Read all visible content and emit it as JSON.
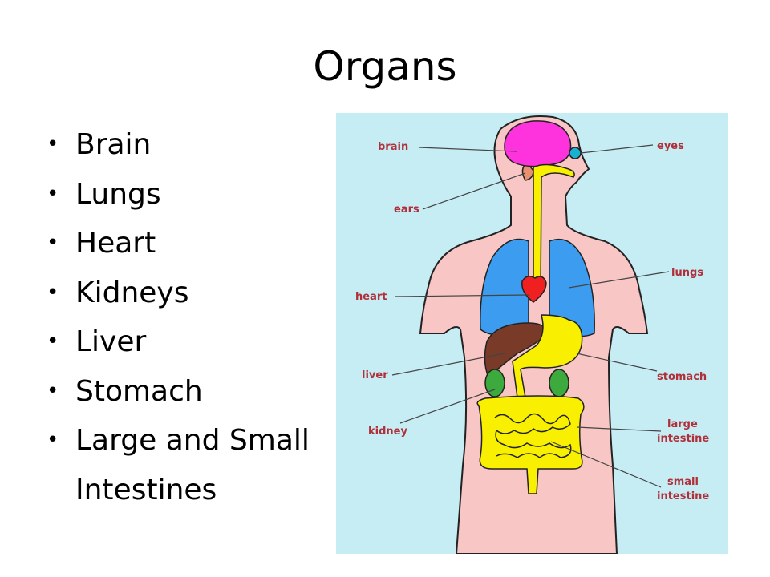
{
  "slide": {
    "title": "Organs",
    "bullets": [
      "Brain",
      "Lungs",
      "Heart",
      "Kidneys",
      "Liver",
      "Stomach",
      "Large and Small"
    ],
    "bullet_continuation": "Intestines"
  },
  "diagram": {
    "labels": {
      "brain": "brain",
      "eyes": "eyes",
      "ears": "ears",
      "lungs": "lungs",
      "heart": "heart",
      "liver": "liver",
      "stomach": "stomach",
      "kidney": "kidney",
      "large_intestine_1": "large",
      "large_intestine_2": "intestine",
      "small_intestine_1": "small",
      "small_intestine_2": "intestine"
    },
    "colors": {
      "background": "#c6ecf4",
      "body": "#f8c6c4",
      "brain": "#ff33dd",
      "lungs": "#3c9cf0",
      "heart": "#f02020",
      "liver": "#7a3a28",
      "stomach": "#f8f000",
      "kidney": "#3caa3c",
      "intestine": "#f8f000",
      "label": "#b0303a"
    }
  }
}
